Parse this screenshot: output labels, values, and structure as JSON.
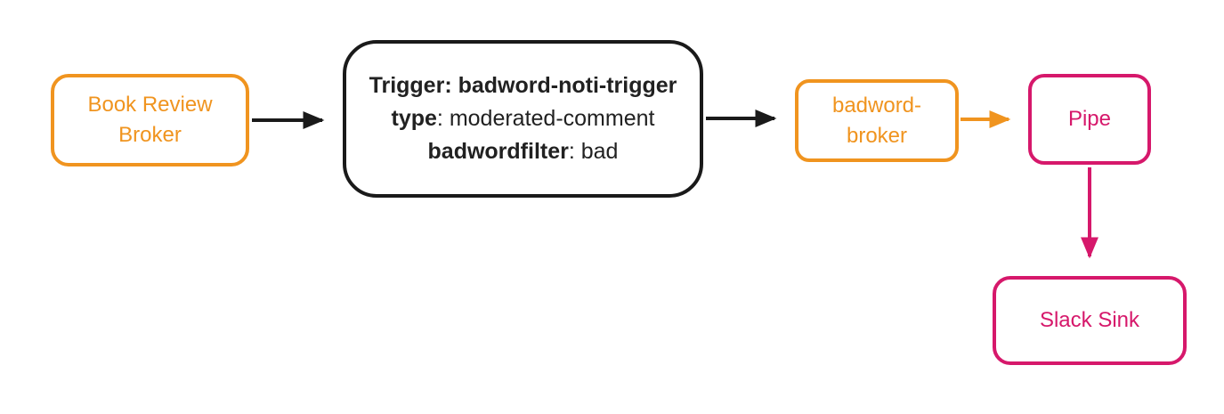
{
  "diagram": {
    "title": "event-flow-diagram",
    "colors": {
      "orange": "#F0941F",
      "pink": "#D6186B",
      "black": "#1A1A1A",
      "background": "#FFFFFF"
    },
    "nodes": {
      "book_review_broker": {
        "label": "Book Review Broker",
        "type": "broker",
        "color": "#F0941F"
      },
      "trigger": {
        "line1": "Trigger: badword-noti-trigger",
        "line2_key": "type",
        "line2_value": ": moderated-comment",
        "line3_key": "badwordfilter",
        "line3_value": ": bad",
        "color": "#1A1A1A"
      },
      "badword_broker": {
        "label": "badword-broker",
        "type": "broker",
        "color": "#F0941F"
      },
      "pipe": {
        "label": "Pipe",
        "type": "pipe",
        "color": "#D6186B"
      },
      "slack_sink": {
        "label": "Slack Sink",
        "type": "sink",
        "color": "#D6186B"
      }
    },
    "edges": [
      {
        "from": "book_review_broker",
        "to": "trigger",
        "color": "#1A1A1A"
      },
      {
        "from": "trigger",
        "to": "badword_broker",
        "color": "#1A1A1A"
      },
      {
        "from": "badword_broker",
        "to": "pipe",
        "color": "#F0941F"
      },
      {
        "from": "pipe",
        "to": "slack_sink",
        "color": "#D6186B"
      }
    ]
  }
}
